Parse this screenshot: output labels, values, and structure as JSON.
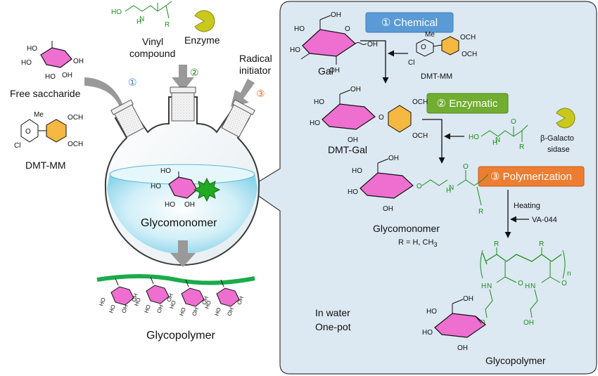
{
  "left": {
    "free_saccharide": "Free saccharide",
    "dmt_mm": "DMT-MM",
    "vinyl_line1": "Vinyl",
    "vinyl_line2": "compound",
    "enzyme": "Enzyme",
    "radical_line1": "Radical",
    "radical_line2": "initiator",
    "glycomonomer": "Glycomonomer",
    "glycopolymer": "Glycopolymer",
    "markers": [
      "①",
      "②",
      "③"
    ]
  },
  "right": {
    "step1": "① Chemical",
    "step2": "② Enzymatic",
    "step3": "③ Polymerization",
    "gal": "Gal",
    "dmt_mm": "DMT-MM",
    "dmt_gal": "DMT-Gal",
    "beta_line1": "β-Galacto",
    "beta_line2": "sidase",
    "glycomonomer": "Glycomonomer",
    "r_def": "R = H, CH",
    "r_def_sub": "3",
    "heating": "Heating",
    "va044": "VA-044",
    "in_water": "In water",
    "one_pot": "One-pot",
    "glycopolymer": "Glycopolymer",
    "n_label": "n"
  },
  "chem": {
    "ho": "HO",
    "oh": "OH",
    "nh": "NH",
    "h": "H",
    "n": "N",
    "o": "O",
    "r": "R",
    "me": "Me",
    "och3": "OCH",
    "three": "3",
    "cl": "Cl",
    "minus": "−",
    "plus": "+"
  },
  "colors": {
    "sugar_pink": "#ee6fd0",
    "triazine_orange": "#f5b840",
    "enzyme_yellow": "#c8c81e",
    "star_green": "#22aa22",
    "polymer_green": "#1aab4a",
    "step1_blue": "#5a9bd5",
    "step2_green": "#70ad30",
    "step3_orange": "#ed7d31",
    "panel_bg": "#dce8f2",
    "arrow_gray": "#999999"
  }
}
